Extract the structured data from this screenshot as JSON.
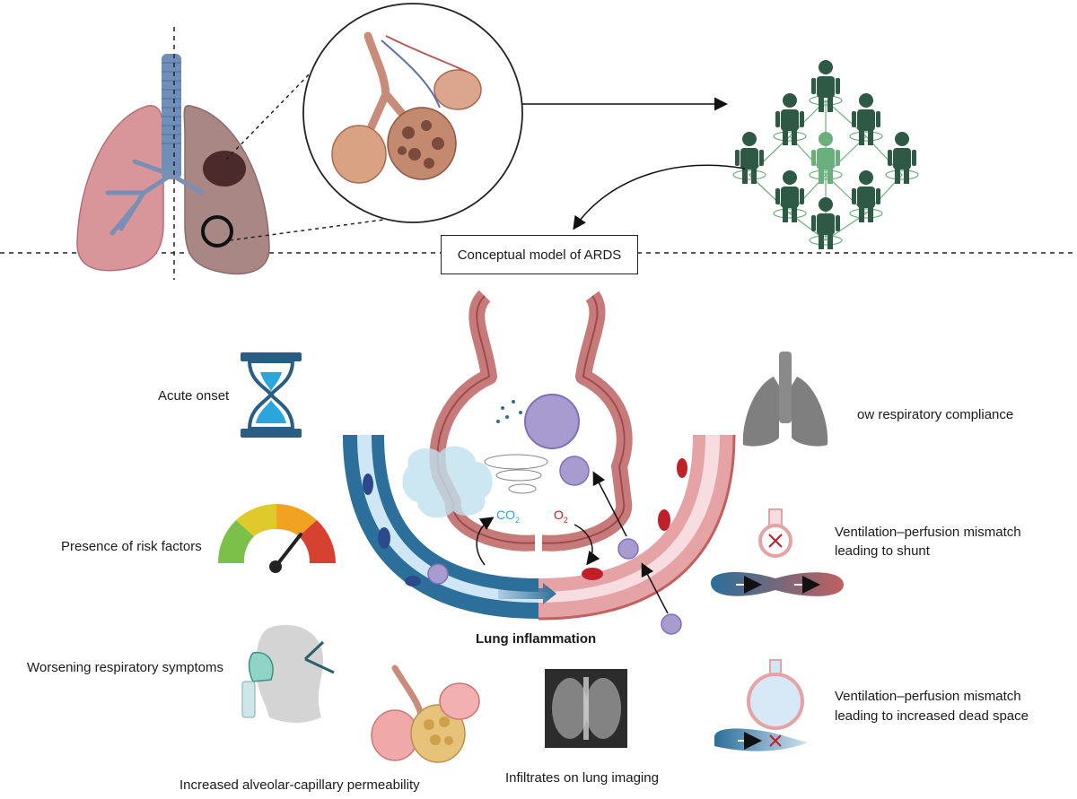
{
  "concept_box": "Conceptual model of ARDS",
  "center_label": "Lung inflammation",
  "gas": {
    "co2": "CO",
    "co2_sub": "2",
    "o2": "O",
    "o2_sub": "2"
  },
  "left_labels": {
    "acute_onset": "Acute onset",
    "risk_factors": "Presence of risk factors",
    "worsening": "Worsening respiratory symptoms"
  },
  "bottom_labels": {
    "permeability": "Increased alveolar-capillary permeability",
    "infiltrates": "Infiltrates on lung imaging"
  },
  "right_labels": {
    "compliance": "ow respiratory compliance",
    "shunt_line1": "Ventilation–perfusion mismatch",
    "shunt_line2": "leading to shunt",
    "dead_line1": "Ventilation–perfusion mismatch",
    "dead_line2": "leading to increased dead space"
  },
  "colors": {
    "lung_pink": "#d9969a",
    "trachea_blue": "#6f8fb8",
    "vessel_red": "#c0605f",
    "vessel_blue": "#2b6f9a",
    "people_dark": "#2e5a45",
    "people_light": "#6bb07c",
    "hourglass": "#2a5d84",
    "gauge_red": "#d7412f"
  }
}
